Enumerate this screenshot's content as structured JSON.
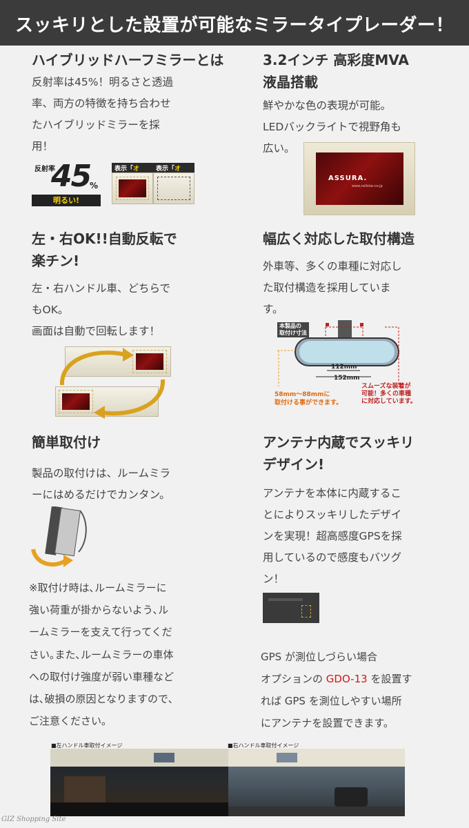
{
  "banner": {
    "title": "スッキリとした設置が可能なミラータイプレーダー！"
  },
  "s1": {
    "heading": "ハイブリッドハーフミラーとは",
    "lines": [
      "反射率は45%！明るさと透過",
      "率、両方の特徴を持ち合わせ",
      "たハイブリッドミラーを採",
      "用！"
    ],
    "badge_label": "反射率",
    "badge_value": "45",
    "badge_unit": "%",
    "badge_note": "明るい!",
    "on_label_pre": "表示「",
    "on_label_key": "オン",
    "on_label_post": "」",
    "off_label_pre": "表示「",
    "off_label_key": "オフ",
    "off_label_post": "」"
  },
  "s2": {
    "heading_line1": "3.2インチ 高彩度MVA",
    "heading_line2": "液晶搭載",
    "lines": [
      "鮮やかな色の表現が可能。",
      "LEDバックライトで視野角も",
      "広い。"
    ],
    "screen_brand": "ASSURA.",
    "screen_url": "www.cellstar.co.jp"
  },
  "s3": {
    "heading_line1": "左・右OK!!自動反転で",
    "heading_line2": "楽チン!",
    "lines": [
      "左・右ハンドル車、どちらで",
      "もOK。",
      "画面は自動で回転します！"
    ]
  },
  "s4": {
    "heading": "幅広く対応した取付構造",
    "lines": [
      "外車等、多くの車種に対応し",
      "た取付構造を採用していま",
      "す。"
    ],
    "diagram": {
      "mount_tag_l1": "本製品の",
      "mount_tag_l2": "取付け寸法",
      "dim_inner": "112mm",
      "dim_outer": "152mm",
      "range_l1": "58mm～88mmに",
      "range_l2": "取付ける事ができます。",
      "note_l1": "スムーズな装着が",
      "note_l2": "可能！多くの車種",
      "note_l3": "に対応しています。"
    }
  },
  "s5": {
    "heading": "簡単取付け",
    "lines": [
      "製品の取付けは、ルームミラ",
      "ーにはめるだけでカンタン。"
    ],
    "note_lines": [
      "※取付け時は､ルームミラーに",
      "強い荷重が掛からないよう､ル",
      "ームミラーを支えて行ってくだ",
      "さい｡また､ルームミラーの車体",
      "への取付け強度が弱い車種など",
      "は､破損の原因となりますので､",
      "ご注意ください｡"
    ]
  },
  "s6": {
    "heading_line1": "アンテナ内蔵でスッキリ",
    "heading_line2": "デザイン!",
    "lines": [
      "アンテナを本体に内蔵するこ",
      "とによりスッキリしたデザイ",
      "ンを実現！超高感度GPSを採",
      "用しているので感度もバツグ",
      "ン！"
    ],
    "gps_line1": "GPS が測位しづらい場合",
    "gps_line2_pre": "オプションの ",
    "gps_line2_model": "GDO-13",
    "gps_line2_post": " を設置す",
    "gps_line3": "れば GPS を測位しやすい場所",
    "gps_line4": "にアンテナを設置できます。"
  },
  "photos": {
    "left_caption": "■左ハンドル車取付イメージ",
    "right_caption": "■右ハンドル車取付イメージ"
  },
  "footer": {
    "watermark": "GIZ Shopping Site"
  },
  "colors": {
    "banner_bg": "#3b3b3b",
    "accent_red": "#d01818",
    "page_bg": "#f1f1f1"
  }
}
